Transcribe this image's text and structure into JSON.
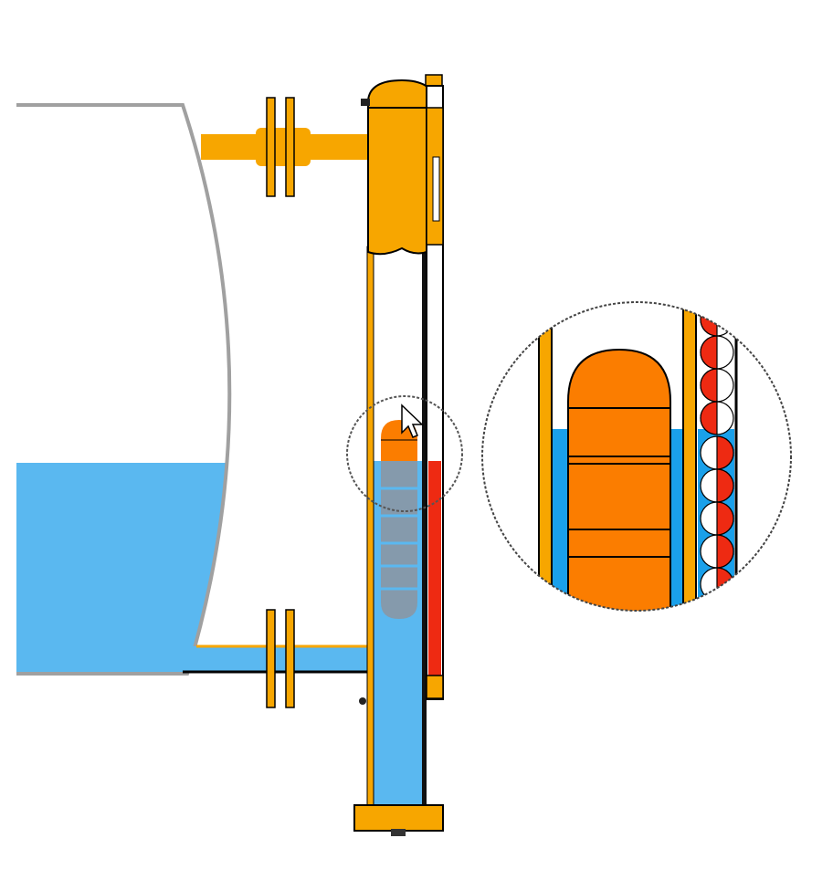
{
  "diagram": {
    "colors": {
      "body_orange": "#f7a600",
      "float_orange": "#fb7d00",
      "liquid_blue": "#5ab8f0",
      "liquid_blue_zoom": "#1aa0ea",
      "indicator_red": "#ee2a12",
      "tank_outline": "#a0a0a0",
      "float_submerged": "#8a97a4"
    },
    "liquid_level_fraction": 0.37,
    "icons": [
      "tank",
      "flange-top",
      "flange-bottom",
      "float-chamber",
      "float",
      "indicator-strip",
      "magnifier-circle",
      "cursor-icon"
    ]
  }
}
